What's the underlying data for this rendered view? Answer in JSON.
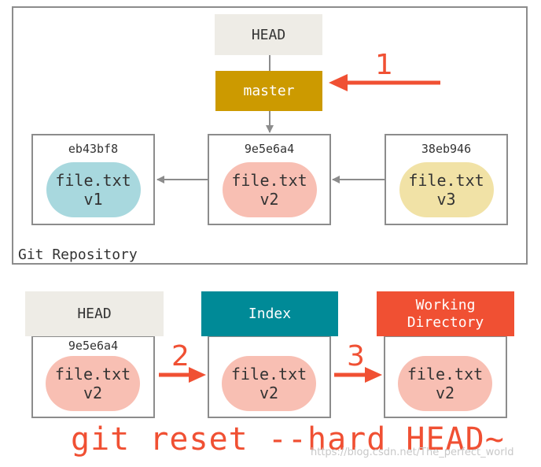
{
  "repo": {
    "label": "Git Repository"
  },
  "head": {
    "label": "HEAD"
  },
  "branch": {
    "label": "master"
  },
  "commits": [
    {
      "sha": "eb43bf8",
      "file": "file.txt",
      "version": "v1"
    },
    {
      "sha": "9e5e6a4",
      "file": "file.txt",
      "version": "v2"
    },
    {
      "sha": "38eb946",
      "file": "file.txt",
      "version": "v3"
    }
  ],
  "trees": [
    {
      "title": "HEAD",
      "sha": "9e5e6a4",
      "file": "file.txt",
      "version": "v2"
    },
    {
      "title": "Index",
      "file": "file.txt",
      "version": "v2"
    },
    {
      "title_line1": "Working",
      "title_line2": "Directory",
      "file": "file.txt",
      "version": "v2"
    }
  ],
  "steps": [
    "1",
    "2",
    "3"
  ],
  "command": "git reset --hard HEAD~",
  "watermark": "https://blog.csdn.net/The_perfect_world",
  "colors": {
    "head_bg": "#eeece6",
    "branch_bg": "#cc9a00",
    "index_bg": "#008a97",
    "workdir_bg": "#f05033",
    "blob_v1": "#a8d8de",
    "blob_v2": "#f8bfb3",
    "blob_v3": "#f1e2a6",
    "accent": "#f05033"
  }
}
